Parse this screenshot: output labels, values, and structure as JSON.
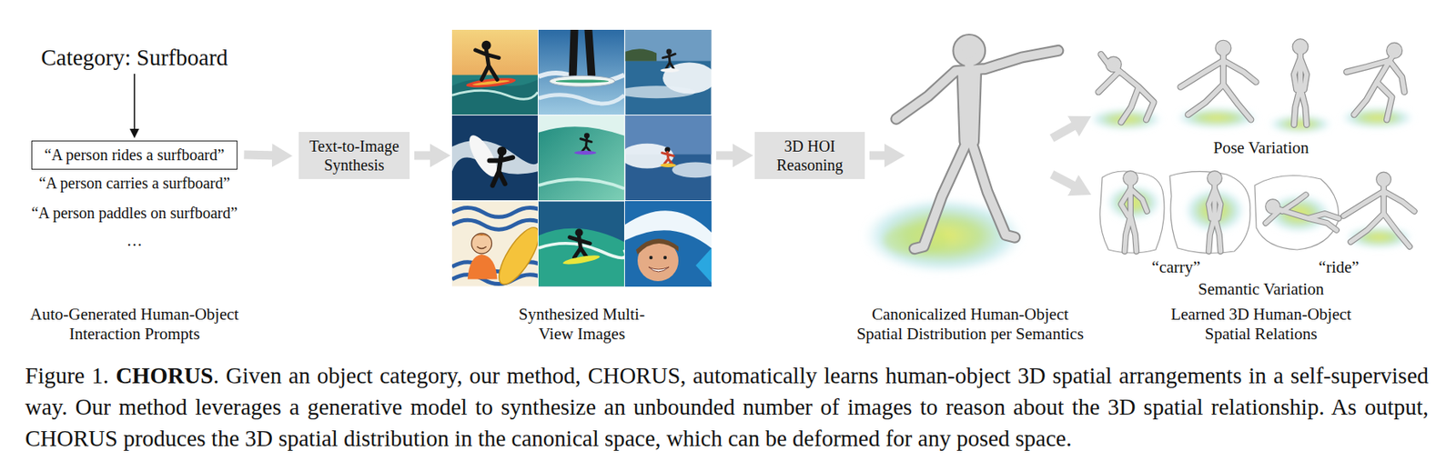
{
  "diagram": {
    "caption": "Figure 1. CHORUS. Given an object category, our method, CHORUS, automatically learns human-object 3D spatial arrangements in a self-supervised way. Our method leverages a generative model to synthesize an unbounded number of images to reason about the 3D spatial relationship. As output, CHORUS produces the 3D spatial distribution in the canonical space, which can be deformed for any posed space.",
    "nodes": [
      {
        "text": [
          "“A person rides a surfboard”"
        ]
      },
      {
        "text": [
          "Text-to-Image Synthesis"
        ]
      },
      {
        "text": [
          "3D HOI Reasoning"
        ]
      }
    ],
    "edges": [
      {
        "from": 0,
        "to": 1,
        "arrow": "to"
      }
    ],
    "labels": [
      "Category: Surfboard",
      "“A person carries a surfboard”",
      "“A person paddles on surfboard”",
      "…",
      "Auto-Generated Human-Object Interaction Prompts",
      "Synthesized Multi-View Images",
      "Canonicalized Human-Object Spatial Distribution per Semantics",
      "Pose Variation",
      "“carry”",
      "“ride”",
      "Semantic Variation",
      "Learned 3D Human-Object Spatial Relations"
    ]
  }
}
